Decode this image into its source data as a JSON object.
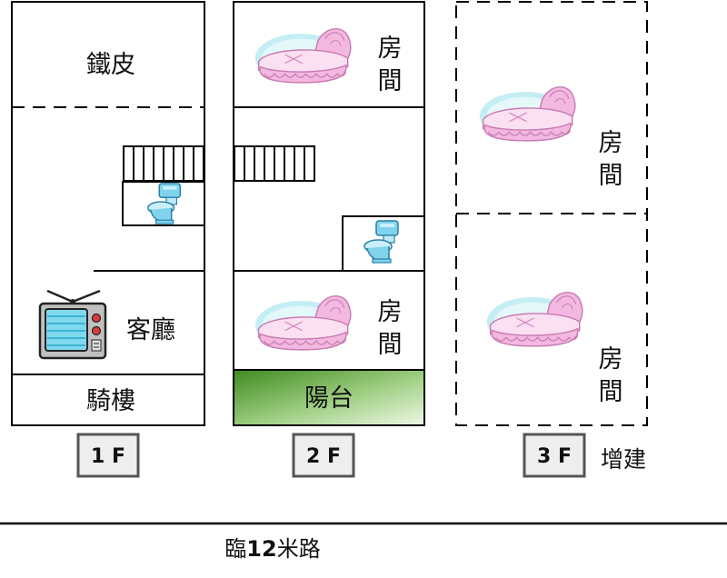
{
  "floor1": {
    "roof_room": "鐵皮",
    "living_room": "客廳",
    "arcade": "騎樓",
    "badge": "1 F"
  },
  "floor2": {
    "room_top_line1": "房",
    "room_top_line2": "間",
    "room_bottom_line1": "房",
    "room_bottom_line2": "間",
    "balcony": "陽台",
    "badge": "2 F"
  },
  "floor3": {
    "room_top_line1": "房",
    "room_top_line2": "間",
    "room_bottom_line1": "房",
    "room_bottom_line2": "間",
    "badge": "3 F",
    "note": "增建"
  },
  "road": {
    "prefix": "臨",
    "number": "12",
    "suffix": "米路"
  },
  "icons": {
    "stairs": "stairs-icon",
    "toilet": "toilet-icon",
    "tv": "tv-icon",
    "bed": "bed-icon"
  },
  "colors": {
    "balcony_green_dark": "#3f8a1f",
    "balcony_green_light": "#eef7e6",
    "bed_pink": "#f3b8e0",
    "bed_cyan": "#c4eef3",
    "toilet_cyan": "#7fd3ec",
    "tv_frame": "#c0c0c0",
    "tv_screen": "#7fd8ee",
    "badge_bg": "#eeeeee"
  }
}
